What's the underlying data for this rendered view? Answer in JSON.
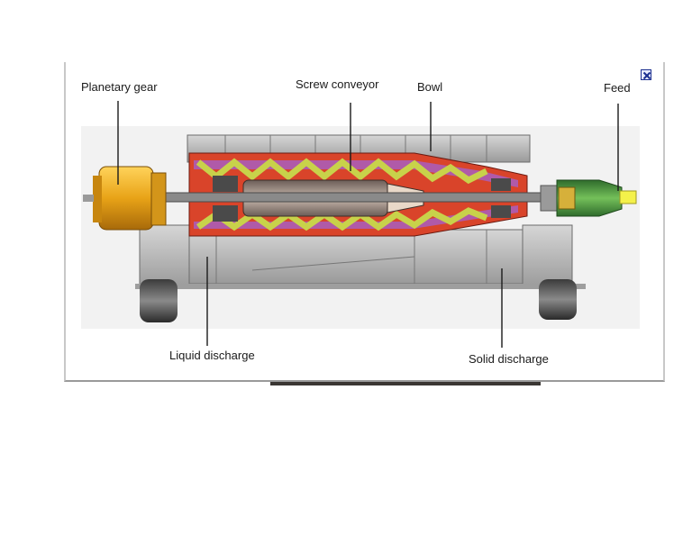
{
  "labels": {
    "planetary_gear": "Planetary gear",
    "screw_conveyor": "Screw conveyor",
    "bowl": "Bowl",
    "feed": "Feed",
    "liquid_discharge": "Liquid discharge",
    "solid_discharge": "Solid discharge"
  },
  "close_icon": "close-icon",
  "colors": {
    "gear": "#e8a317",
    "screw": "#c8d24a",
    "bowl": "#d9442a",
    "bowl_lining": "#b05aa8",
    "housing": "#b9b9b9",
    "feed_tube": "#3f9a3a",
    "feed_tip": "#f4f14a"
  }
}
